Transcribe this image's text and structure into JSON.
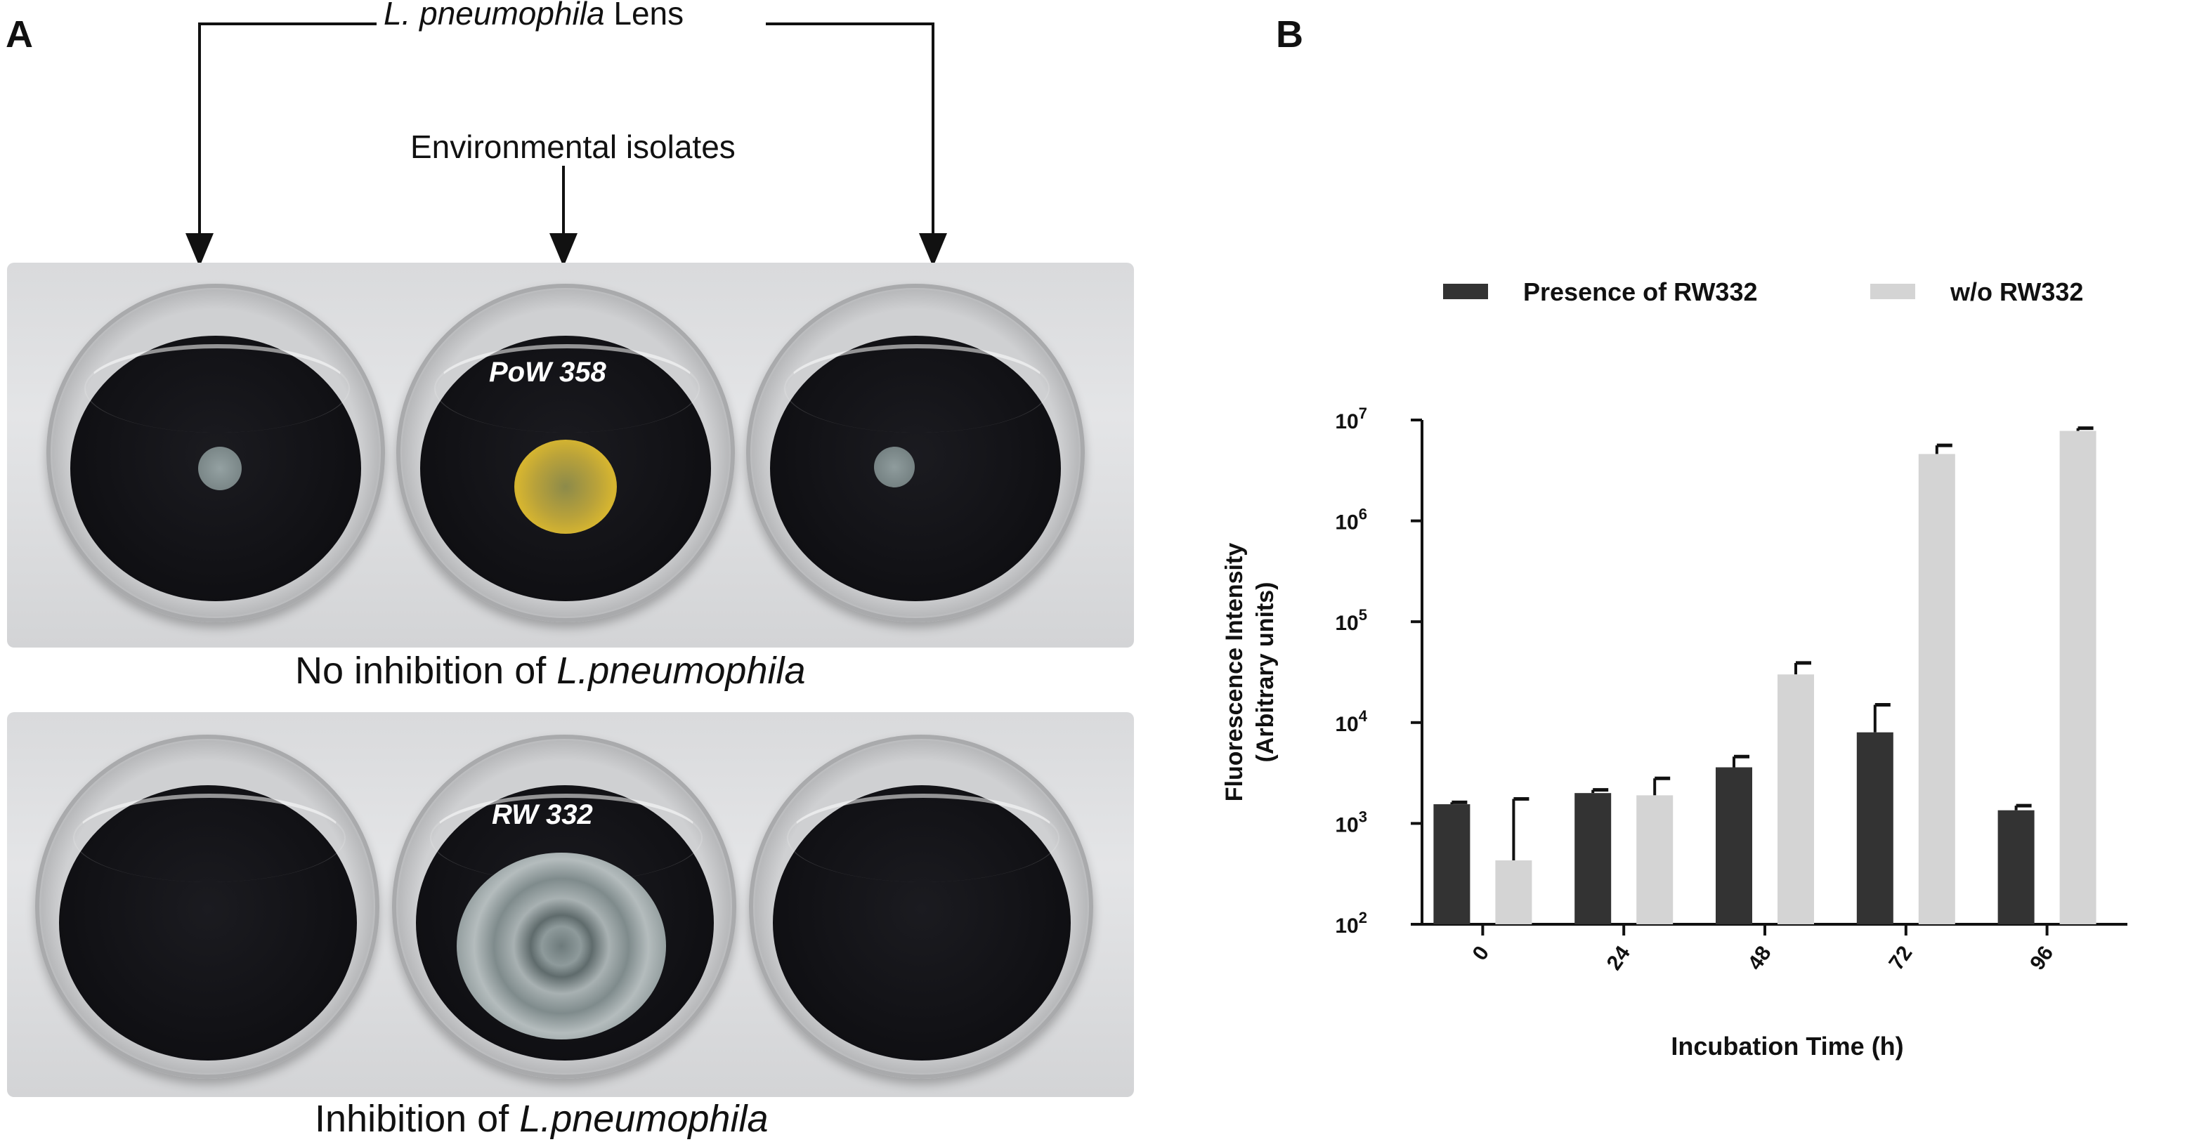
{
  "panel_a": {
    "letter": "A",
    "top_label_italic": "L. pneumophila",
    "top_label_rest": " Lens",
    "middle_label": "Environmental isolates",
    "top_plate_well_label": "PoW 358",
    "bottom_plate_well_label": "RW 332",
    "caption_top_prefix": "No inhibition of ",
    "caption_top_italic": "L.pneumophila",
    "caption_bottom_prefix": "Inhibition of ",
    "caption_bottom_italic": "L.pneumophila",
    "colors": {
      "agar": "#121216",
      "pow358_colony": "#c9a626",
      "rw332_colony": "#9fa7a8",
      "lens_spot": "#8a9798"
    }
  },
  "panel_b": {
    "letter": "B",
    "legend": [
      {
        "label": "Presence of RW332",
        "color": "#333333"
      },
      {
        "label": "w/o RW332",
        "color": "#d4d4d4"
      }
    ],
    "y_ticks": [
      {
        "base": "10",
        "exp": "2"
      },
      {
        "base": "10",
        "exp": "3"
      },
      {
        "base": "10",
        "exp": "4"
      },
      {
        "base": "10",
        "exp": "5"
      },
      {
        "base": "10",
        "exp": "6"
      },
      {
        "base": "10",
        "exp": "7"
      }
    ]
  },
  "chart_data": {
    "type": "bar",
    "xlabel": "Incubation Time (h)",
    "ylabel_line1": "Fluorescence Intensity",
    "ylabel_line2": "(Arbitrary units)",
    "y_scale": "log",
    "ylim": [
      100,
      10000000
    ],
    "categories": [
      "0",
      "24",
      "48",
      "72",
      "96"
    ],
    "series": [
      {
        "name": "Presence of RW332",
        "color": "#333333",
        "values": [
          1550,
          2000,
          3600,
          8000,
          1350
        ],
        "errors_upper": [
          1620,
          2150,
          4600,
          15000,
          1500
        ]
      },
      {
        "name": "w/o RW332",
        "color": "#d4d4d4",
        "values": [
          430,
          1900,
          30000,
          4600000,
          7800000
        ],
        "errors_upper": [
          1750,
          2800,
          39000,
          5600000,
          8300000
        ]
      }
    ],
    "legend_position": "top",
    "grid": false
  }
}
